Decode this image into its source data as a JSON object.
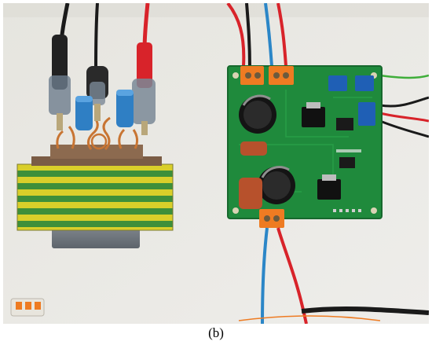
{
  "caption": "(b)",
  "scene": {
    "subjects": [
      "transformer-with-yellow-green-tape",
      "green-pcb-power-board",
      "banana-plug-test-leads"
    ],
    "colors": {
      "background": "#e9e8e3",
      "pcb": "#1f8a3c",
      "tape_yellow": "#d9cf2a",
      "tape_green": "#3e8f3a",
      "terminal_orange": "#ee7b22",
      "terminal_blue": "#1f5fb5",
      "wire_red": "#d8232a",
      "wire_blue": "#2b86c7",
      "wire_black": "#1a1a1a",
      "copper": "#c87533"
    }
  }
}
